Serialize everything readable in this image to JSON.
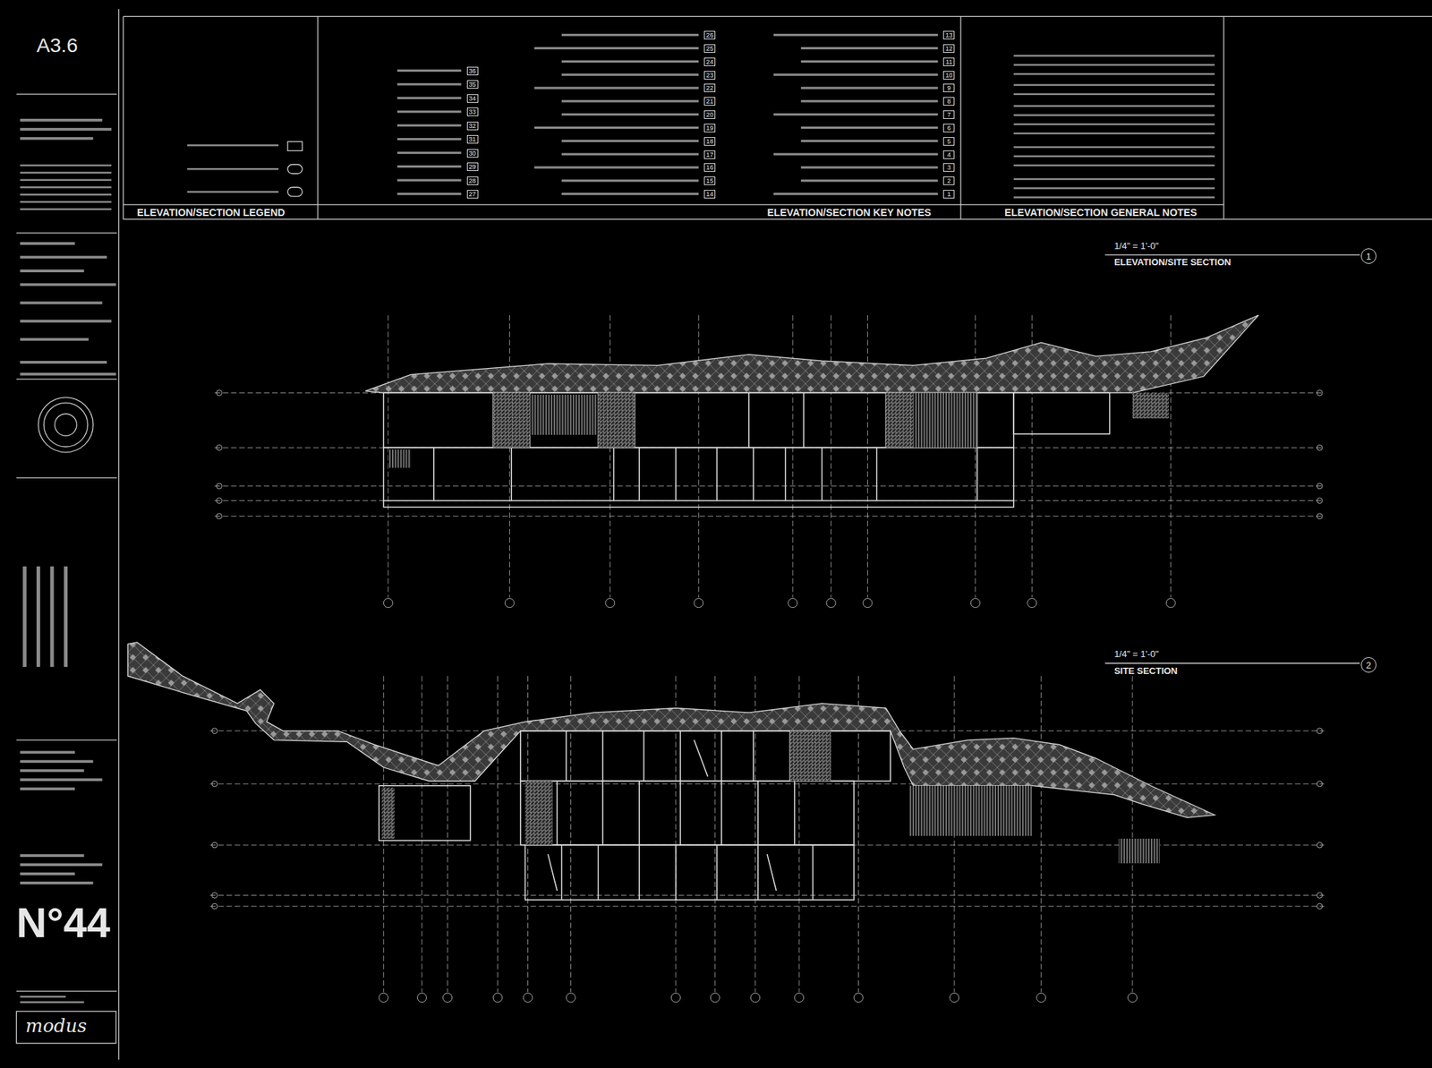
{
  "diagram": {
    "labels": [
      "ELEVATION/SECTION LEGEND",
      "ELEVATION/SECTION KEY NOTES",
      "ELEVATION/SECTION GENERAL NOTES",
      "A3.6",
      "N°44",
      "modus",
      "1/4\" = 1'-0\"",
      "ELEVATION/SITE SECTION",
      "1",
      "1/4\" = 1'-0\"",
      "SITE SECTION",
      "2",
      "1",
      "2",
      "3",
      "4",
      "5",
      "6",
      "7",
      "8",
      "9",
      "10",
      "11",
      "12",
      "13",
      "14",
      "15",
      "16",
      "17",
      "18",
      "19",
      "20",
      "21",
      "22",
      "23",
      "24",
      "25",
      "26",
      "27",
      "28",
      "29",
      "30",
      "31",
      "32",
      "33",
      "34",
      "35",
      "36"
    ]
  }
}
